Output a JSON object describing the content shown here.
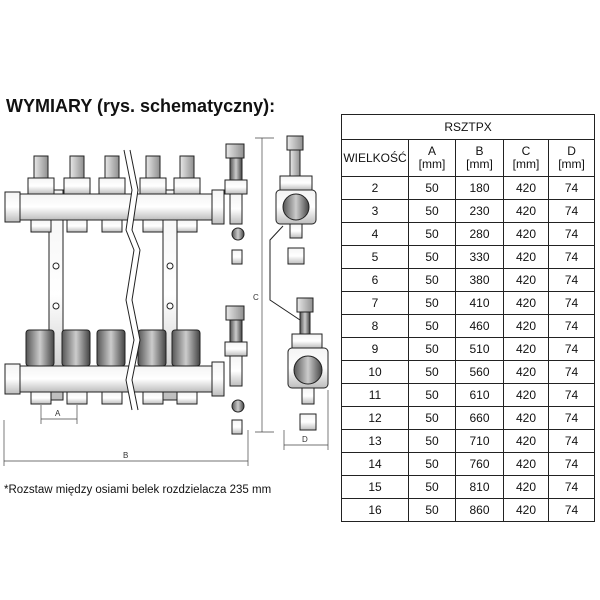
{
  "title": "WYMIARY (rys. schematyczny):",
  "footnote": "*Rozstaw między osiami belek rozdzielacza 235 mm",
  "drawing_labels": {
    "a": "A",
    "b": "B",
    "c": "C",
    "d": "D"
  },
  "table": {
    "model": "RSZTPX",
    "columns": [
      {
        "name": "WIELKOŚĆ",
        "unit": ""
      },
      {
        "name": "A",
        "unit": "[mm]"
      },
      {
        "name": "B",
        "unit": "[mm]"
      },
      {
        "name": "C",
        "unit": "[mm]"
      },
      {
        "name": "D",
        "unit": "[mm]"
      }
    ],
    "rows": [
      [
        "2",
        "50",
        "180",
        "420",
        "74"
      ],
      [
        "3",
        "50",
        "230",
        "420",
        "74"
      ],
      [
        "4",
        "50",
        "280",
        "420",
        "74"
      ],
      [
        "5",
        "50",
        "330",
        "420",
        "74"
      ],
      [
        "6",
        "50",
        "380",
        "420",
        "74"
      ],
      [
        "7",
        "50",
        "410",
        "420",
        "74"
      ],
      [
        "8",
        "50",
        "460",
        "420",
        "74"
      ],
      [
        "9",
        "50",
        "510",
        "420",
        "74"
      ],
      [
        "10",
        "50",
        "560",
        "420",
        "74"
      ],
      [
        "11",
        "50",
        "610",
        "420",
        "74"
      ],
      [
        "12",
        "50",
        "660",
        "420",
        "74"
      ],
      [
        "13",
        "50",
        "710",
        "420",
        "74"
      ],
      [
        "14",
        "50",
        "760",
        "420",
        "74"
      ],
      [
        "15",
        "50",
        "810",
        "420",
        "74"
      ],
      [
        "16",
        "50",
        "860",
        "420",
        "74"
      ]
    ]
  }
}
